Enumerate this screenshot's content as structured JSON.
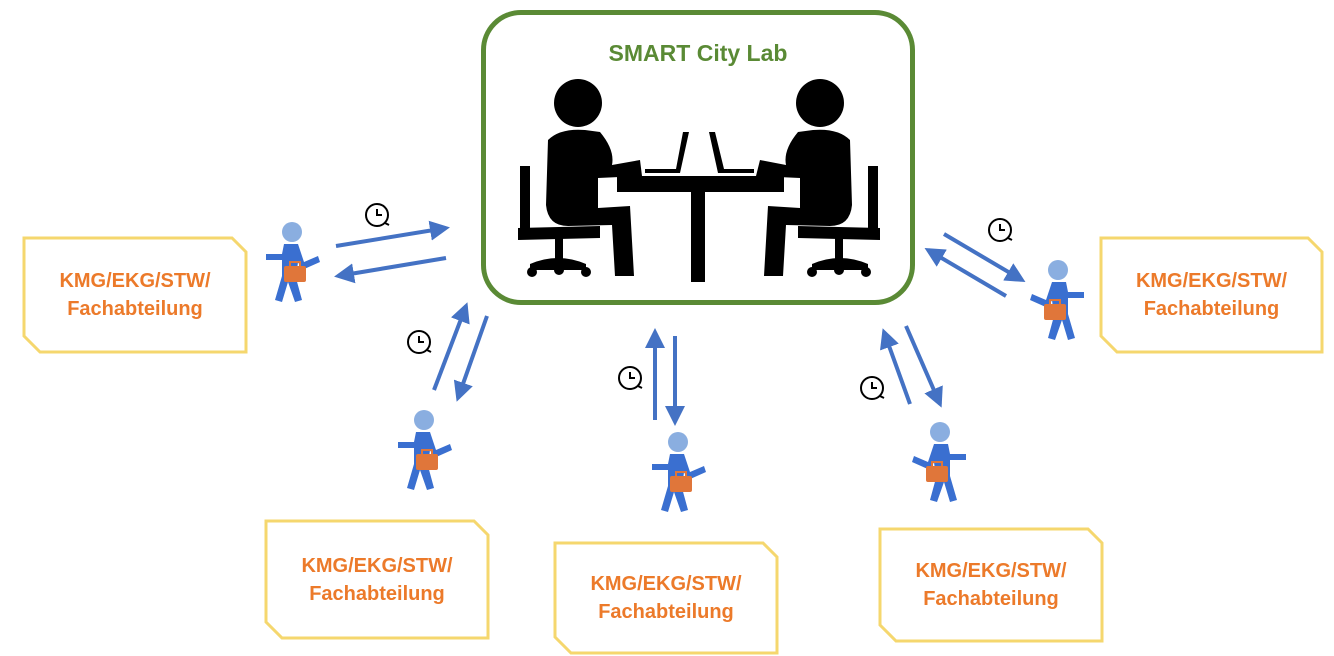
{
  "lab": {
    "title": "SMART City Lab"
  },
  "stakeholders": [
    {
      "line1": "KMG/EKG/STW/",
      "line2": "Fachabteilung"
    },
    {
      "line1": "KMG/EKG/STW/",
      "line2": "Fachabteilung"
    },
    {
      "line1": "KMG/EKG/STW/",
      "line2": "Fachabteilung"
    },
    {
      "line1": "KMG/EKG/STW/",
      "line2": "Fachabteilung"
    },
    {
      "line1": "KMG/EKG/STW/",
      "line2": "Fachabteilung"
    }
  ],
  "colors": {
    "lab_border": "#5a8a35",
    "note_border": "#f5d76e",
    "note_text": "#ec7a2a",
    "arrow": "#4472c4",
    "person": "#3a6fd0",
    "briefcase": "#e0763a"
  },
  "icons": [
    "meeting-people-icon",
    "person-with-briefcase-icon",
    "clock-icon",
    "double-arrow"
  ]
}
